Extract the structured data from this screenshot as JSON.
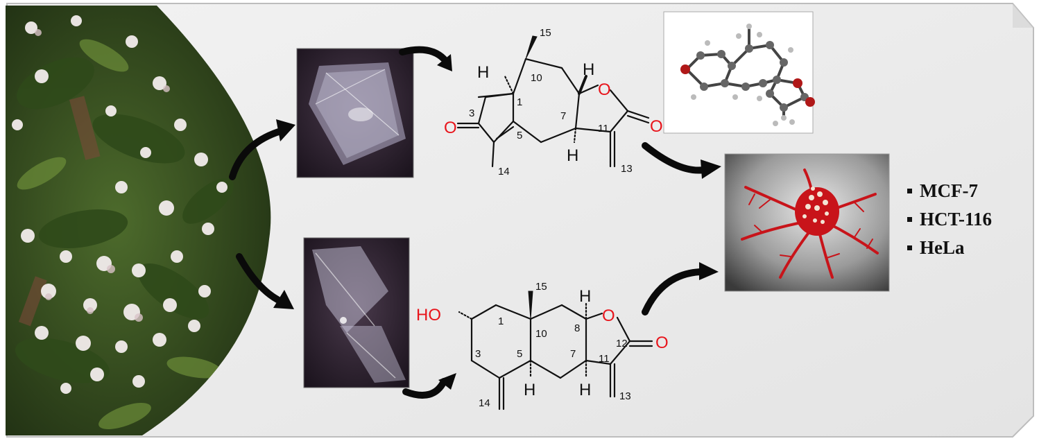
{
  "diagram": {
    "compound_top": {
      "carbonyl_oxygen": "O",
      "lactone_oxygen": "O",
      "lactone_carbonyl_oxygen": "O",
      "stereo_hydrogens": [
        "H",
        "H",
        "H"
      ],
      "atom_numbers": [
        "15",
        "10",
        "1",
        "3",
        "5",
        "7",
        "11",
        "14",
        "13"
      ]
    },
    "compound_bottom": {
      "hydroxyl": "HO",
      "lactone_oxygen": "O",
      "lactone_carbonyl_oxygen": "O",
      "stereo_hydrogens": [
        "H",
        "H",
        "H"
      ],
      "atom_numbers": [
        "15",
        "1",
        "10",
        "8",
        "12",
        "3",
        "5",
        "7",
        "11",
        "14",
        "13"
      ]
    },
    "cell_lines": [
      "MCF-7",
      "HCT-116",
      "HeLa"
    ],
    "colors": {
      "heteroatom": "#e8141b",
      "bond": "#111111",
      "panel_background": "#eeeeee",
      "arrow": "#0a0a0a",
      "tumor": "#c8141a"
    }
  }
}
